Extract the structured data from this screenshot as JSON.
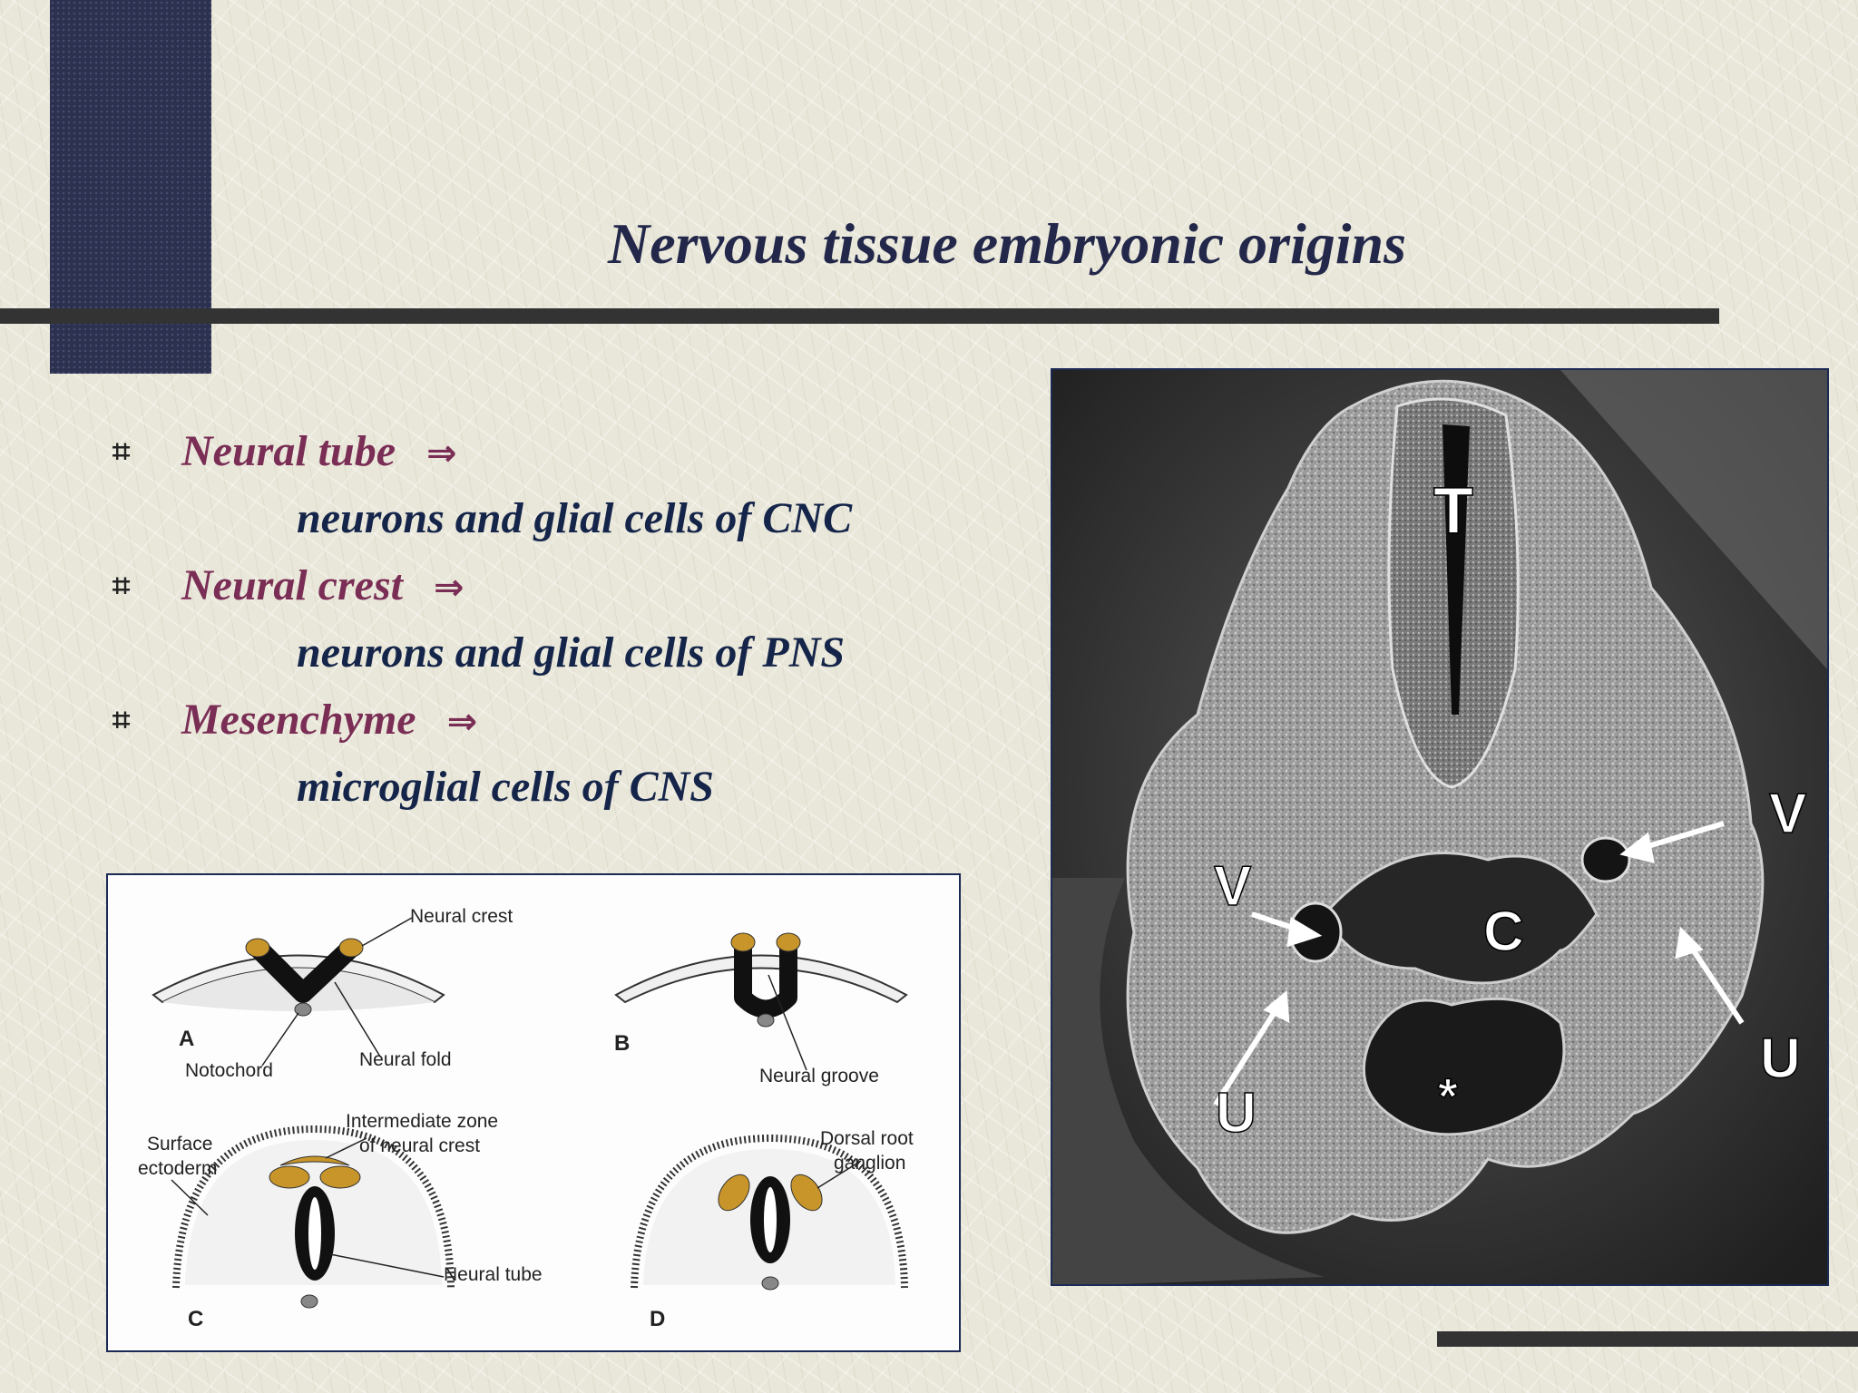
{
  "slide": {
    "title": "Nervous tissue embryonic origins",
    "arrow": "⇒",
    "bullets": [
      {
        "head": "Neural tube",
        "sub": "neurons and glial cells of  CNC"
      },
      {
        "head": "Neural crest",
        "sub": "neurons and glial cells of PNS"
      },
      {
        "head": "Mesenchyme",
        "sub": "microglial cells of CNS"
      }
    ]
  },
  "diagram": {
    "labels": {
      "neural_crest": "Neural crest",
      "notochord": "Notochord",
      "neural_fold": "Neural fold",
      "neural_groove": "Neural groove",
      "intermediate_1": "Intermediate zone",
      "intermediate_2": "of neural crest",
      "surface_1": "Surface",
      "surface_2": "ectoderm",
      "neural_tube": "Neural tube",
      "dorsal_1": "Dorsal root",
      "dorsal_2": "ganglion"
    },
    "panels": [
      "A",
      "B",
      "C",
      "D"
    ]
  },
  "micrograph": {
    "labels": [
      "T",
      "V",
      "V",
      "C",
      "U",
      "U",
      "*"
    ]
  }
}
